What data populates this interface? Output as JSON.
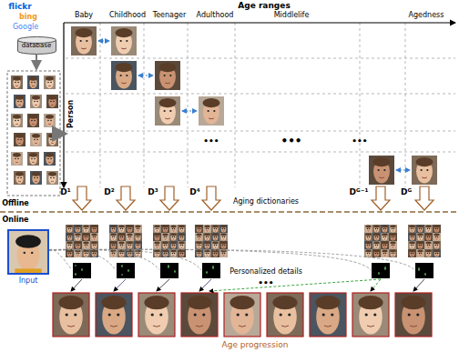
{
  "diagram": {
    "nodes": [
      {
        "text": [
          "database"
        ]
      },
      {
        "text": [
          "Input"
        ]
      }
    ],
    "labels": [
      "flickr",
      "bing",
      "Google",
      "Age ranges",
      "Baby",
      "Childhood",
      "Teenager",
      "Adulthood",
      "Middlelife",
      "Agedness",
      "Person",
      "•••",
      "•••",
      "•••",
      "Offline",
      "Online",
      "D¹",
      "D²",
      "D³",
      "D⁴",
      "Dᴳ⁻¹",
      "Dᴳ",
      "Aging dictionaries",
      "Personalized details",
      "•••",
      "Age progression"
    ]
  }
}
